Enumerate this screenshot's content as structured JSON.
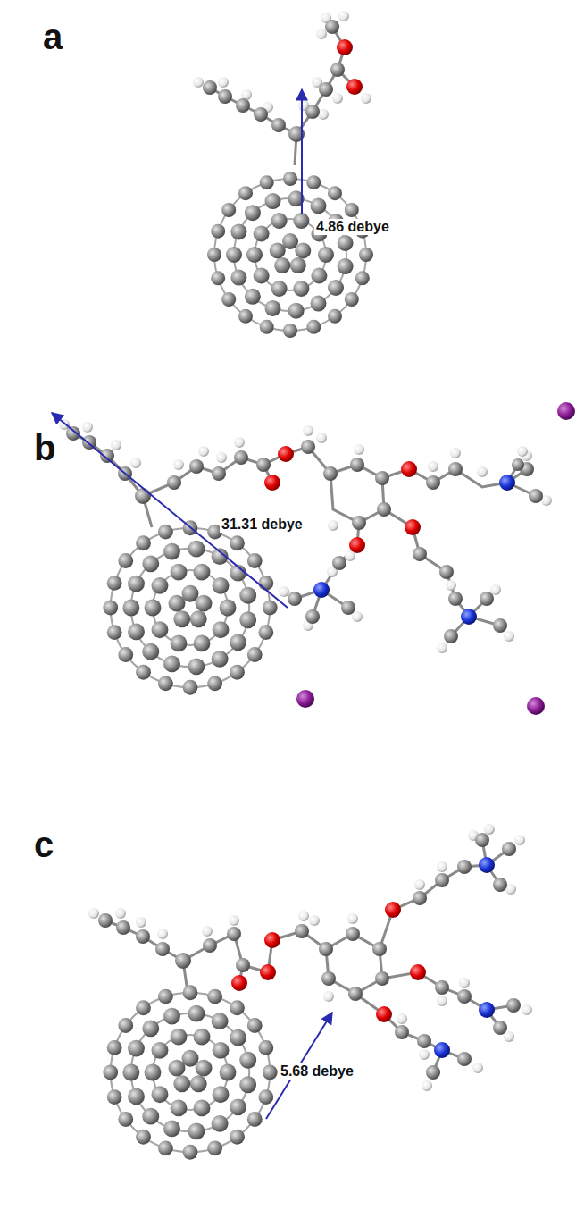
{
  "diagram": {
    "labels": [
      "a",
      "4.86 debye",
      "b",
      "31.31 debye",
      "c",
      "5.68 debye"
    ]
  }
}
